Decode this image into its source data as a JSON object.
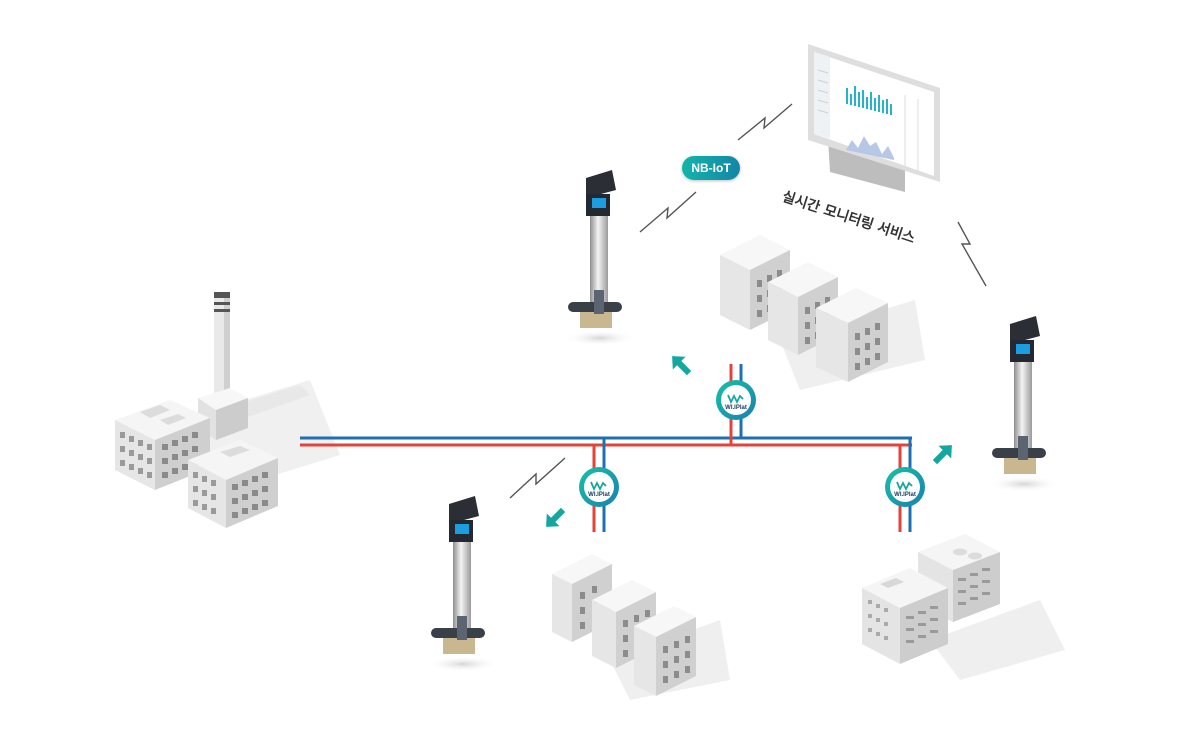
{
  "network": {
    "protocol_badge": "NB-IoT",
    "monitoring_caption": "실시간 모니터링 서비스",
    "heat_meter_label": "WI.IPlat"
  },
  "colors": {
    "supply_pipe": "#e8413a",
    "return_pipe": "#1f6fb5",
    "accent_teal": "#14a7a0",
    "building_light": "#f4f4f4",
    "building_shade": "#d9d9d9"
  }
}
